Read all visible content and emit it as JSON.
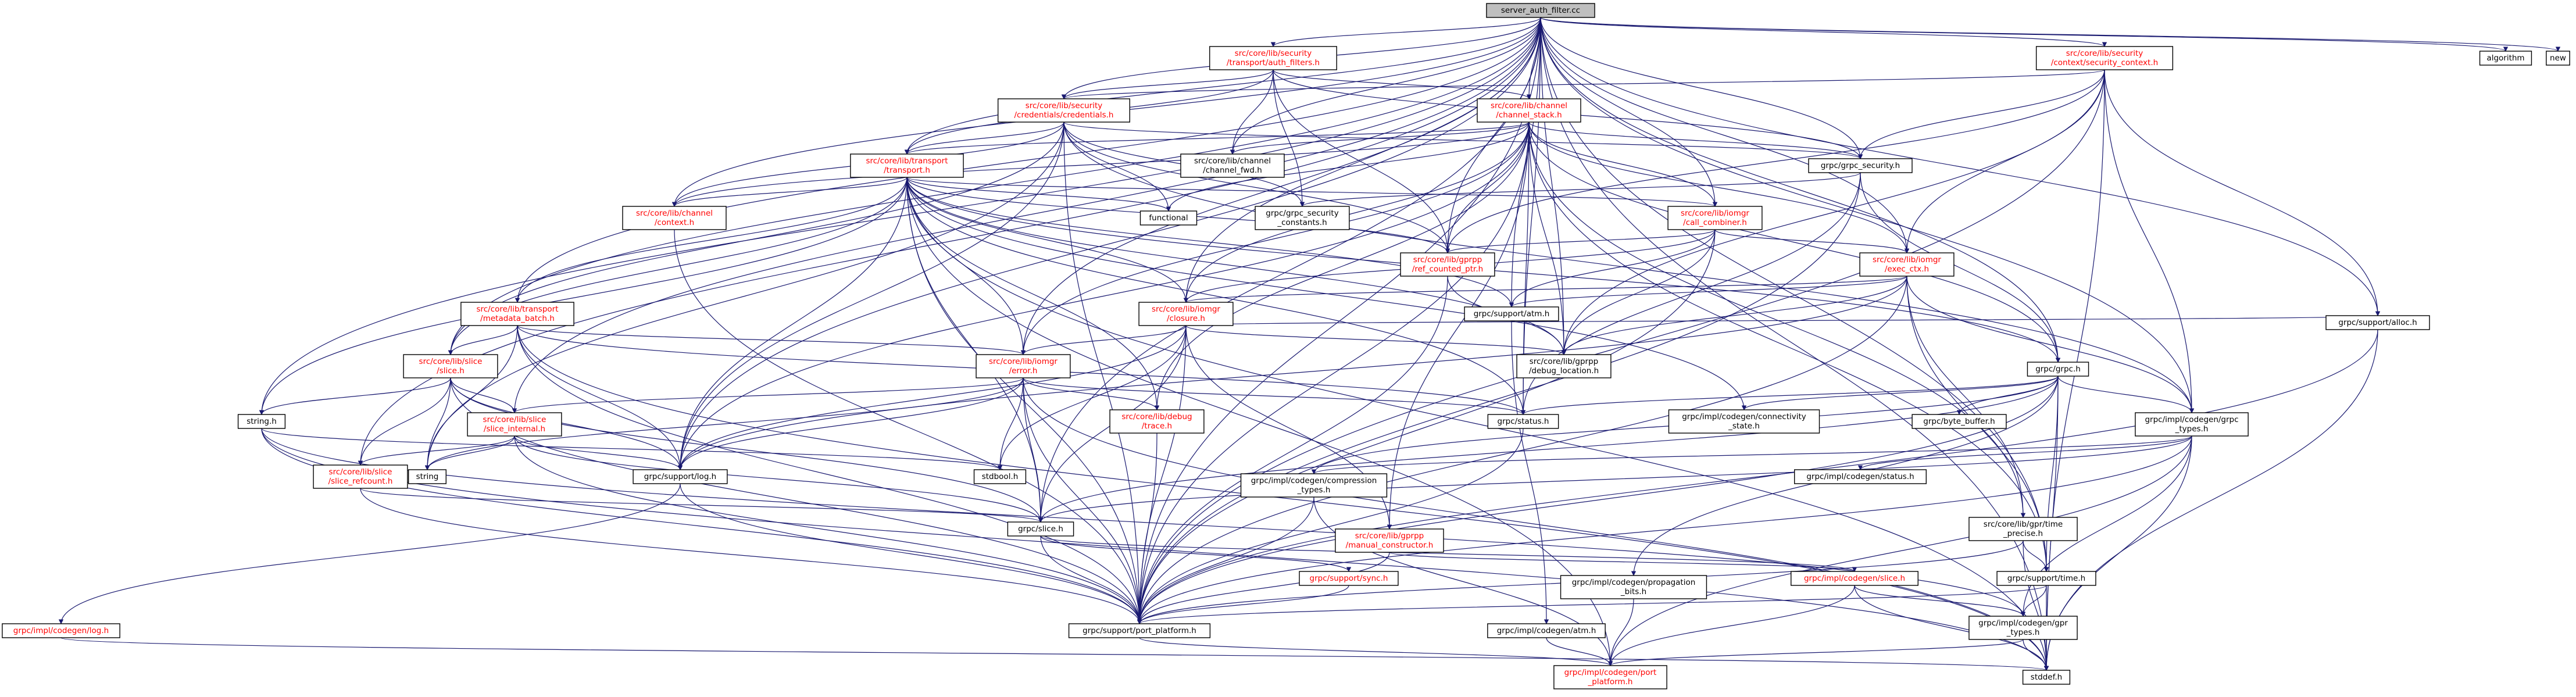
{
  "root": "server_auth_filter.cc",
  "nodes": [
    {
      "id": "root",
      "lines": [
        "server_auth_filter.cc"
      ],
      "style": "root"
    },
    {
      "id": "auth_filters",
      "lines": [
        "src/core/lib/security",
        "/transport/auth_filters.h"
      ],
      "style": "red"
    },
    {
      "id": "security_context",
      "lines": [
        "src/core/lib/security",
        "/context/security_context.h"
      ],
      "style": "red"
    },
    {
      "id": "algorithm",
      "lines": [
        "algorithm"
      ],
      "style": "plain"
    },
    {
      "id": "new",
      "lines": [
        "new"
      ],
      "style": "plain"
    },
    {
      "id": "credentials",
      "lines": [
        "src/core/lib/security",
        "/credentials/credentials.h"
      ],
      "style": "red"
    },
    {
      "id": "channel_stack",
      "lines": [
        "src/core/lib/channel",
        "/channel_stack.h"
      ],
      "style": "red"
    },
    {
      "id": "transport",
      "lines": [
        "src/core/lib/transport",
        "/transport.h"
      ],
      "style": "red"
    },
    {
      "id": "channel_fwd",
      "lines": [
        "src/core/lib/channel",
        "/channel_fwd.h"
      ],
      "style": "plain"
    },
    {
      "id": "grpc_security",
      "lines": [
        "grpc/grpc_security.h"
      ],
      "style": "plain"
    },
    {
      "id": "grpc_security_constants",
      "lines": [
        "grpc/grpc_security",
        "_constants.h"
      ],
      "style": "plain"
    },
    {
      "id": "functional",
      "lines": [
        "functional"
      ],
      "style": "plain"
    },
    {
      "id": "channel_context",
      "lines": [
        "src/core/lib/channel",
        "/context.h"
      ],
      "style": "red"
    },
    {
      "id": "call_combiner",
      "lines": [
        "src/core/lib/iomgr",
        "/call_combiner.h"
      ],
      "style": "red"
    },
    {
      "id": "ref_counted_ptr",
      "lines": [
        "src/core/lib/gprpp",
        "/ref_counted_ptr.h"
      ],
      "style": "red"
    },
    {
      "id": "exec_ctx",
      "lines": [
        "src/core/lib/iomgr",
        "/exec_ctx.h"
      ],
      "style": "red"
    },
    {
      "id": "metadata_batch",
      "lines": [
        "src/core/lib/transport",
        "/metadata_batch.h"
      ],
      "style": "red"
    },
    {
      "id": "closure",
      "lines": [
        "src/core/lib/iomgr",
        "/closure.h"
      ],
      "style": "red"
    },
    {
      "id": "atm",
      "lines": [
        "grpc/support/atm.h"
      ],
      "style": "plain"
    },
    {
      "id": "alloc",
      "lines": [
        "grpc/support/alloc.h"
      ],
      "style": "plain"
    },
    {
      "id": "slice",
      "lines": [
        "src/core/lib/slice",
        "/slice.h"
      ],
      "style": "red"
    },
    {
      "id": "error",
      "lines": [
        "src/core/lib/iomgr",
        "/error.h"
      ],
      "style": "red"
    },
    {
      "id": "debug_location",
      "lines": [
        "src/core/lib/gprpp",
        "/debug_location.h"
      ],
      "style": "plain"
    },
    {
      "id": "grpc_h",
      "lines": [
        "grpc/grpc.h"
      ],
      "style": "plain"
    },
    {
      "id": "string_h",
      "lines": [
        "string.h"
      ],
      "style": "plain"
    },
    {
      "id": "trace",
      "lines": [
        "src/core/lib/debug",
        "/trace.h"
      ],
      "style": "red"
    },
    {
      "id": "status",
      "lines": [
        "grpc/status.h"
      ],
      "style": "plain"
    },
    {
      "id": "connectivity_state",
      "lines": [
        "grpc/impl/codegen/connectivity",
        "_state.h"
      ],
      "style": "plain"
    },
    {
      "id": "byte_buffer",
      "lines": [
        "grpc/byte_buffer.h"
      ],
      "style": "plain"
    },
    {
      "id": "grpc_types",
      "lines": [
        "grpc/impl/codegen/grpc",
        "_types.h"
      ],
      "style": "plain"
    },
    {
      "id": "slice_internal",
      "lines": [
        "src/core/lib/slice",
        "/slice_internal.h"
      ],
      "style": "red"
    },
    {
      "id": "string",
      "lines": [
        "string"
      ],
      "style": "plain"
    },
    {
      "id": "stdbool",
      "lines": [
        "stdbool.h"
      ],
      "style": "plain"
    },
    {
      "id": "log",
      "lines": [
        "grpc/support/log.h"
      ],
      "style": "plain"
    },
    {
      "id": "compression_types",
      "lines": [
        "grpc/impl/codegen/compression",
        "_types.h"
      ],
      "style": "plain"
    },
    {
      "id": "codegen_status",
      "lines": [
        "grpc/impl/codegen/status.h"
      ],
      "style": "plain"
    },
    {
      "id": "slice_refcount",
      "lines": [
        "src/core/lib/slice",
        "/slice_refcount.h"
      ],
      "style": "red"
    },
    {
      "id": "grpc_slice",
      "lines": [
        "grpc/slice.h"
      ],
      "style": "plain"
    },
    {
      "id": "time_precise",
      "lines": [
        "src/core/lib/gpr/time",
        "_precise.h"
      ],
      "style": "plain"
    },
    {
      "id": "manual_constructor",
      "lines": [
        "src/core/lib/gprpp",
        "/manual_constructor.h"
      ],
      "style": "red"
    },
    {
      "id": "sync",
      "lines": [
        "grpc/support/sync.h"
      ],
      "style": "red"
    },
    {
      "id": "propagation_bits",
      "lines": [
        "grpc/impl/codegen/propagation",
        "_bits.h"
      ],
      "style": "plain"
    },
    {
      "id": "codegen_slice",
      "lines": [
        "grpc/impl/codegen/slice.h"
      ],
      "style": "red"
    },
    {
      "id": "support_time",
      "lines": [
        "grpc/support/time.h"
      ],
      "style": "plain"
    },
    {
      "id": "codegen_log",
      "lines": [
        "grpc/impl/codegen/log.h"
      ],
      "style": "red"
    },
    {
      "id": "port_platform",
      "lines": [
        "grpc/support/port_platform.h"
      ],
      "style": "plain"
    },
    {
      "id": "gpr_types",
      "lines": [
        "grpc/impl/codegen/gpr",
        "_types.h"
      ],
      "style": "plain"
    },
    {
      "id": "codegen_atm",
      "lines": [
        "grpc/impl/codegen/atm.h"
      ],
      "style": "plain"
    },
    {
      "id": "codegen_port_platform",
      "lines": [
        "grpc/impl/codegen/port",
        "_platform.h"
      ],
      "style": "red"
    },
    {
      "id": "stddef",
      "lines": [
        "stddef.h"
      ],
      "style": "plain"
    }
  ],
  "edges": [
    [
      "root",
      "auth_filters"
    ],
    [
      "root",
      "security_context"
    ],
    [
      "root",
      "algorithm"
    ],
    [
      "root",
      "new"
    ],
    [
      "root",
      "credentials"
    ],
    [
      "root",
      "channel_stack"
    ],
    [
      "root",
      "transport"
    ],
    [
      "root",
      "channel_fwd"
    ],
    [
      "root",
      "grpc_security"
    ],
    [
      "root",
      "channel_context"
    ],
    [
      "root",
      "call_combiner"
    ],
    [
      "root",
      "ref_counted_ptr"
    ],
    [
      "root",
      "exec_ctx"
    ],
    [
      "root",
      "metadata_batch"
    ],
    [
      "root",
      "closure"
    ],
    [
      "root",
      "atm"
    ],
    [
      "root",
      "alloc"
    ],
    [
      "root",
      "slice"
    ],
    [
      "root",
      "error"
    ],
    [
      "root",
      "debug_location"
    ],
    [
      "root",
      "grpc_h"
    ],
    [
      "root",
      "string_h"
    ],
    [
      "root",
      "status"
    ],
    [
      "root",
      "grpc_types"
    ],
    [
      "root",
      "slice_internal"
    ],
    [
      "root",
      "log"
    ],
    [
      "root",
      "slice_refcount"
    ],
    [
      "root",
      "grpc_slice"
    ],
    [
      "root",
      "support_time"
    ],
    [
      "root",
      "port_platform"
    ],
    [
      "root",
      "stddef"
    ],
    [
      "auth_filters",
      "credentials"
    ],
    [
      "auth_filters",
      "channel_stack"
    ],
    [
      "auth_filters",
      "transport"
    ],
    [
      "auth_filters",
      "channel_fwd"
    ],
    [
      "auth_filters",
      "grpc_security"
    ],
    [
      "auth_filters",
      "grpc_security_constants"
    ],
    [
      "auth_filters",
      "ref_counted_ptr"
    ],
    [
      "security_context",
      "credentials"
    ],
    [
      "security_context",
      "grpc_security"
    ],
    [
      "security_context",
      "ref_counted_ptr"
    ],
    [
      "security_context",
      "exec_ctx"
    ],
    [
      "security_context",
      "alloc"
    ],
    [
      "security_context",
      "debug_location"
    ],
    [
      "security_context",
      "grpc_types"
    ],
    [
      "security_context",
      "port_platform"
    ],
    [
      "security_context",
      "stddef"
    ],
    [
      "credentials",
      "transport"
    ],
    [
      "credentials",
      "grpc_security"
    ],
    [
      "credentials",
      "grpc_security_constants"
    ],
    [
      "credentials",
      "functional"
    ],
    [
      "credentials",
      "ref_counted_ptr"
    ],
    [
      "credentials",
      "slice"
    ],
    [
      "credentials",
      "string"
    ],
    [
      "credentials",
      "log"
    ],
    [
      "credentials",
      "grpc_types"
    ],
    [
      "credentials",
      "port_platform"
    ],
    [
      "credentials",
      "channel_context"
    ],
    [
      "channel_stack",
      "transport"
    ],
    [
      "channel_stack",
      "channel_fwd"
    ],
    [
      "channel_stack",
      "grpc_security"
    ],
    [
      "channel_stack",
      "functional"
    ],
    [
      "channel_stack",
      "channel_context"
    ],
    [
      "channel_stack",
      "call_combiner"
    ],
    [
      "channel_stack",
      "ref_counted_ptr"
    ],
    [
      "channel_stack",
      "exec_ctx"
    ],
    [
      "channel_stack",
      "closure"
    ],
    [
      "channel_stack",
      "error"
    ],
    [
      "channel_stack",
      "debug_location"
    ],
    [
      "channel_stack",
      "grpc_h"
    ],
    [
      "channel_stack",
      "trace"
    ],
    [
      "channel_stack",
      "status"
    ],
    [
      "channel_stack",
      "log"
    ],
    [
      "channel_stack",
      "time_precise"
    ],
    [
      "channel_stack",
      "manual_constructor"
    ],
    [
      "channel_stack",
      "support_time"
    ],
    [
      "channel_stack",
      "port_platform"
    ],
    [
      "transport",
      "functional"
    ],
    [
      "transport",
      "channel_context"
    ],
    [
      "transport",
      "call_combiner"
    ],
    [
      "transport",
      "ref_counted_ptr"
    ],
    [
      "transport",
      "metadata_batch"
    ],
    [
      "transport",
      "closure"
    ],
    [
      "transport",
      "atm"
    ],
    [
      "transport",
      "slice"
    ],
    [
      "transport",
      "error"
    ],
    [
      "transport",
      "debug_location"
    ],
    [
      "transport",
      "grpc_h"
    ],
    [
      "transport",
      "string_h"
    ],
    [
      "transport",
      "trace"
    ],
    [
      "transport",
      "status"
    ],
    [
      "transport",
      "connectivity_state"
    ],
    [
      "transport",
      "log"
    ],
    [
      "transport",
      "grpc_slice"
    ],
    [
      "transport",
      "port_platform"
    ],
    [
      "transport",
      "stddef"
    ],
    [
      "transport",
      "codegen_port_platform"
    ],
    [
      "grpc_security",
      "grpc_security_constants"
    ],
    [
      "grpc_security",
      "grpc_h"
    ],
    [
      "grpc_security",
      "status"
    ],
    [
      "grpc_security",
      "port_platform"
    ],
    [
      "channel_context",
      "port_platform"
    ],
    [
      "call_combiner",
      "ref_counted_ptr"
    ],
    [
      "call_combiner",
      "exec_ctx"
    ],
    [
      "call_combiner",
      "closure"
    ],
    [
      "call_combiner",
      "atm"
    ],
    [
      "call_combiner",
      "debug_location"
    ],
    [
      "call_combiner",
      "port_platform"
    ],
    [
      "ref_counted_ptr",
      "debug_location"
    ],
    [
      "ref_counted_ptr",
      "port_platform"
    ],
    [
      "exec_ctx",
      "closure"
    ],
    [
      "exec_ctx",
      "atm"
    ],
    [
      "exec_ctx",
      "grpc_types"
    ],
    [
      "exec_ctx",
      "log"
    ],
    [
      "exec_ctx",
      "time_precise"
    ],
    [
      "exec_ctx",
      "support_time"
    ],
    [
      "exec_ctx",
      "port_platform"
    ],
    [
      "exec_ctx",
      "debug_location"
    ],
    [
      "metadata_batch",
      "slice"
    ],
    [
      "metadata_batch",
      "error"
    ],
    [
      "metadata_batch",
      "status"
    ],
    [
      "metadata_batch",
      "log"
    ],
    [
      "metadata_batch",
      "string"
    ],
    [
      "metadata_batch",
      "port_platform"
    ],
    [
      "metadata_batch",
      "stddef"
    ],
    [
      "closure",
      "error"
    ],
    [
      "closure",
      "debug_location"
    ],
    [
      "closure",
      "alloc"
    ],
    [
      "closure",
      "log"
    ],
    [
      "closure",
      "stdbool"
    ],
    [
      "closure",
      "manual_constructor"
    ],
    [
      "closure",
      "grpc_slice"
    ],
    [
      "closure",
      "port_platform"
    ],
    [
      "atm",
      "codegen_atm"
    ],
    [
      "alloc",
      "port_platform"
    ],
    [
      "alloc",
      "stddef"
    ],
    [
      "slice",
      "string_h"
    ],
    [
      "slice",
      "slice_internal"
    ],
    [
      "slice",
      "slice_refcount"
    ],
    [
      "slice",
      "string"
    ],
    [
      "slice",
      "log"
    ],
    [
      "slice",
      "grpc_slice"
    ],
    [
      "slice",
      "port_platform"
    ],
    [
      "error",
      "trace"
    ],
    [
      "error",
      "status"
    ],
    [
      "error",
      "slice_internal"
    ],
    [
      "error",
      "stdbool"
    ],
    [
      "error",
      "log"
    ],
    [
      "error",
      "grpc_slice"
    ],
    [
      "error",
      "port_platform"
    ],
    [
      "error",
      "string"
    ],
    [
      "error",
      "stddef"
    ],
    [
      "grpc_h",
      "status"
    ],
    [
      "grpc_h",
      "connectivity_state"
    ],
    [
      "grpc_h",
      "byte_buffer"
    ],
    [
      "grpc_h",
      "grpc_types"
    ],
    [
      "grpc_h",
      "compression_types"
    ],
    [
      "grpc_h",
      "propagation_bits"
    ],
    [
      "grpc_h",
      "support_time"
    ],
    [
      "grpc_h",
      "grpc_slice"
    ],
    [
      "grpc_h",
      "port_platform"
    ],
    [
      "grpc_h",
      "stddef"
    ],
    [
      "string_h",
      "port_platform"
    ],
    [
      "string_h",
      "stddef"
    ],
    [
      "string_h",
      "gpr_types"
    ],
    [
      "string_h",
      "stdbool"
    ],
    [
      "trace",
      "port_platform"
    ],
    [
      "status",
      "port_platform"
    ],
    [
      "grpc_types",
      "codegen_status"
    ],
    [
      "grpc_types",
      "compression_types"
    ],
    [
      "grpc_types",
      "grpc_slice"
    ],
    [
      "grpc_types",
      "gpr_types"
    ],
    [
      "grpc_types",
      "port_platform"
    ],
    [
      "grpc_types",
      "stddef"
    ],
    [
      "grpc_types",
      "codegen_port_platform"
    ],
    [
      "slice_internal",
      "slice_refcount"
    ],
    [
      "slice_internal",
      "string"
    ],
    [
      "slice_internal",
      "log"
    ],
    [
      "slice_internal",
      "grpc_slice"
    ],
    [
      "slice_internal",
      "port_platform"
    ],
    [
      "log",
      "codegen_log"
    ],
    [
      "log",
      "port_platform"
    ],
    [
      "compression_types",
      "port_platform"
    ],
    [
      "compression_types",
      "codegen_port_platform"
    ],
    [
      "slice_refcount",
      "grpc_slice"
    ],
    [
      "slice_refcount",
      "port_platform"
    ],
    [
      "grpc_slice",
      "codegen_slice"
    ],
    [
      "grpc_slice",
      "sync"
    ],
    [
      "grpc_slice",
      "port_platform"
    ],
    [
      "time_precise",
      "support_time"
    ],
    [
      "time_precise",
      "port_platform"
    ],
    [
      "time_precise",
      "stddef"
    ],
    [
      "manual_constructor",
      "codegen_slice"
    ],
    [
      "manual_constructor",
      "port_platform"
    ],
    [
      "sync",
      "port_platform"
    ],
    [
      "propagation_bits",
      "codegen_port_platform"
    ],
    [
      "codegen_slice",
      "gpr_types"
    ],
    [
      "codegen_slice",
      "stddef"
    ],
    [
      "codegen_slice",
      "codegen_port_platform"
    ],
    [
      "support_time",
      "gpr_types"
    ],
    [
      "support_time",
      "port_platform"
    ],
    [
      "support_time",
      "stddef"
    ],
    [
      "codegen_log",
      "stddef"
    ],
    [
      "port_platform",
      "codegen_port_platform"
    ],
    [
      "gpr_types",
      "stddef"
    ],
    [
      "gpr_types",
      "codegen_port_platform"
    ],
    [
      "codegen_atm",
      "codegen_port_platform"
    ]
  ]
}
